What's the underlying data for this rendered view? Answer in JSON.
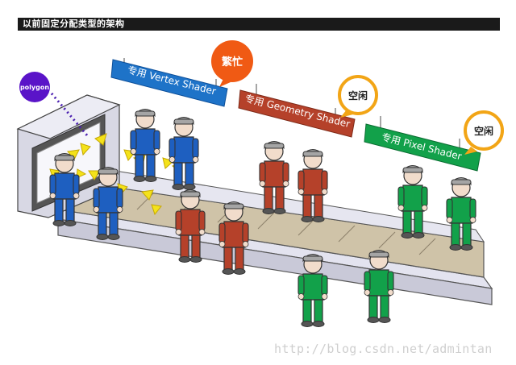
{
  "title": "以前固定分配类型的架构",
  "polygon_label": "polygon",
  "stages": [
    {
      "label": "专用 Vertex Shader",
      "status": "繁忙",
      "color": "#1e73c8",
      "status_color": "#f05a14"
    },
    {
      "label": "专用 Geometry Shader",
      "status": "空闲",
      "color": "#b5412a",
      "status_color": "#f2a516"
    },
    {
      "label": "专用 Pixel Shader",
      "status": "空闲",
      "color": "#12a14a",
      "status_color": "#f2a516"
    }
  ],
  "watermark": "http://blog.csdn.net/admintan",
  "colors": {
    "polygon_badge": "#5a14c8",
    "triangle": "#f4e21a"
  }
}
